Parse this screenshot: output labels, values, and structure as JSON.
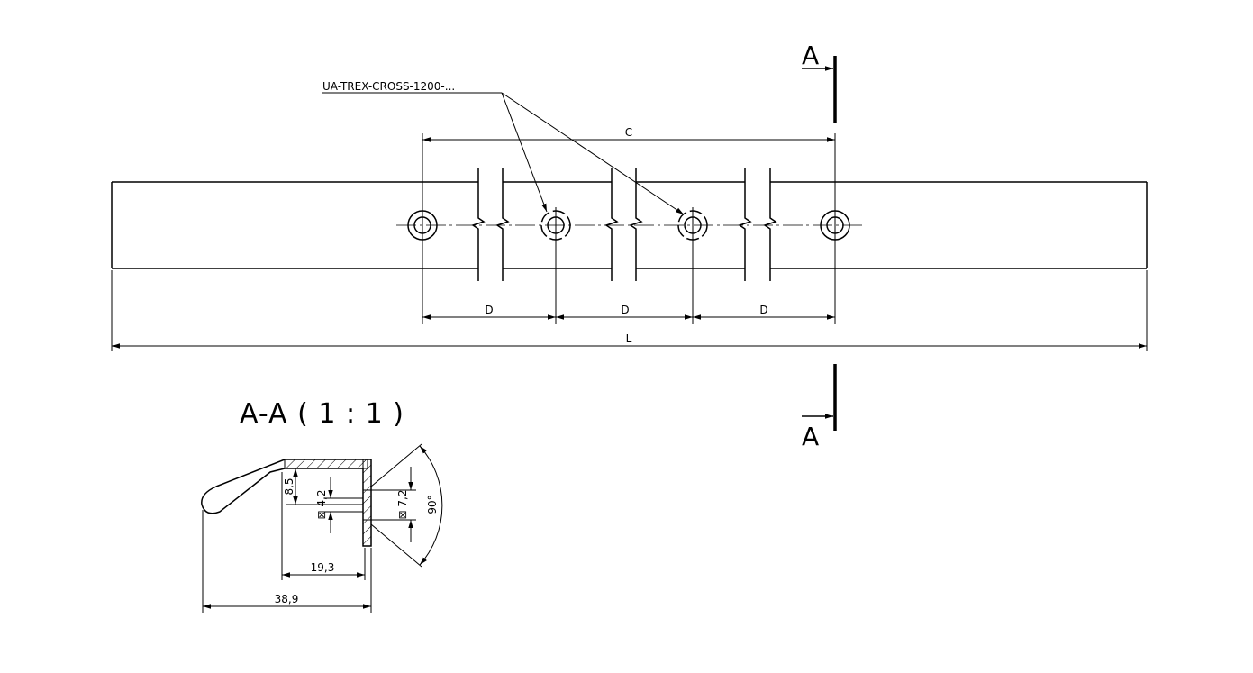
{
  "part_label": "UA-TREX-CROSS-1200-...",
  "dimensions": {
    "C": "C",
    "D1": "D",
    "D2": "D",
    "D3": "D",
    "L": "L",
    "height_8_5": "8,5",
    "hole_4_2": "⊠ 4,2",
    "hole_7_2": "⊠ 7,2",
    "angle": "90°",
    "depth_19_3": "19,3",
    "width_38_9": "38,9"
  },
  "section_marks": {
    "top": "A",
    "bottom": "A"
  },
  "section_title": "A-A ( 1 : 1 )"
}
